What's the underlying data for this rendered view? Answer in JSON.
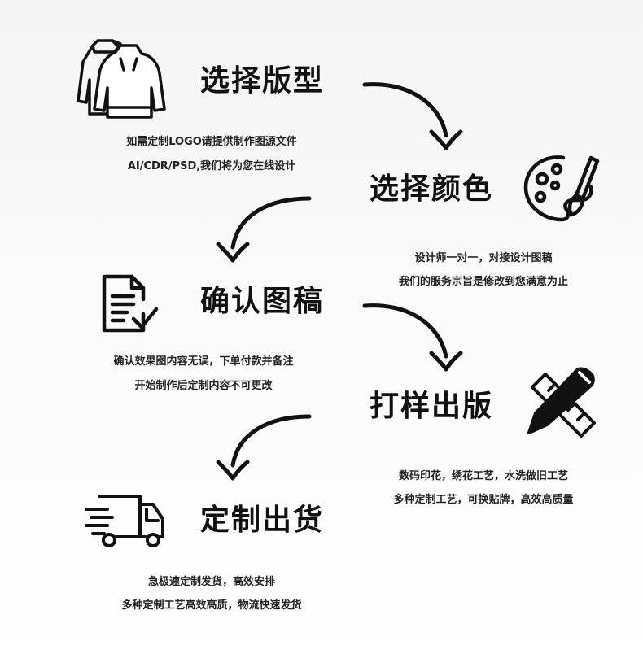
{
  "steps": [
    {
      "title": "选择版型",
      "icon": "hoodie-icon",
      "lines": [
        "如需定制LOGO请提供制作图源文件",
        "AI/CDR/PSD,我们将为您在线设计"
      ]
    },
    {
      "title": "选择颜色",
      "icon": "palette-brush-icon",
      "lines": [
        "设计师一对一，对接设计图稿",
        "我们的服务宗旨是修改到您满意为止"
      ]
    },
    {
      "title": "确认图稿",
      "icon": "document-check-icon",
      "lines": [
        "确认效果图内容无误，下单付款并备注",
        "开始制作后定制内容不可更改"
      ]
    },
    {
      "title": "打样出版",
      "icon": "pencil-ruler-icon",
      "lines": [
        "数码印花，绣花工艺，水洗做旧工艺",
        "多种定制工艺，可换贴牌，高效高质量"
      ]
    },
    {
      "title": "定制出货",
      "icon": "delivery-truck-icon",
      "lines": [
        "急极速定制发货，高效安排",
        "多种定制工艺高效高质，物流快速发货"
      ]
    }
  ],
  "colors": {
    "ink": "#111111",
    "text": "#222222",
    "background": "#f6f6f6"
  }
}
